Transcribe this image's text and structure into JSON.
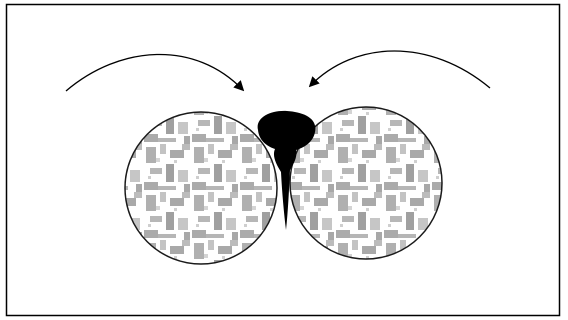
{
  "diagram": {
    "kind": "illustration",
    "elements": [
      "left-circle",
      "right-circle",
      "central-dark-blob",
      "left-curved-arrow",
      "right-curved-arrow"
    ],
    "colors": {
      "frame": "#000000",
      "circle_outline": "#1a1a1a",
      "texture_light": "#c9c9c9",
      "texture_dark": "#8f8f8f",
      "blob": "#000000",
      "background": "#ffffff"
    }
  }
}
